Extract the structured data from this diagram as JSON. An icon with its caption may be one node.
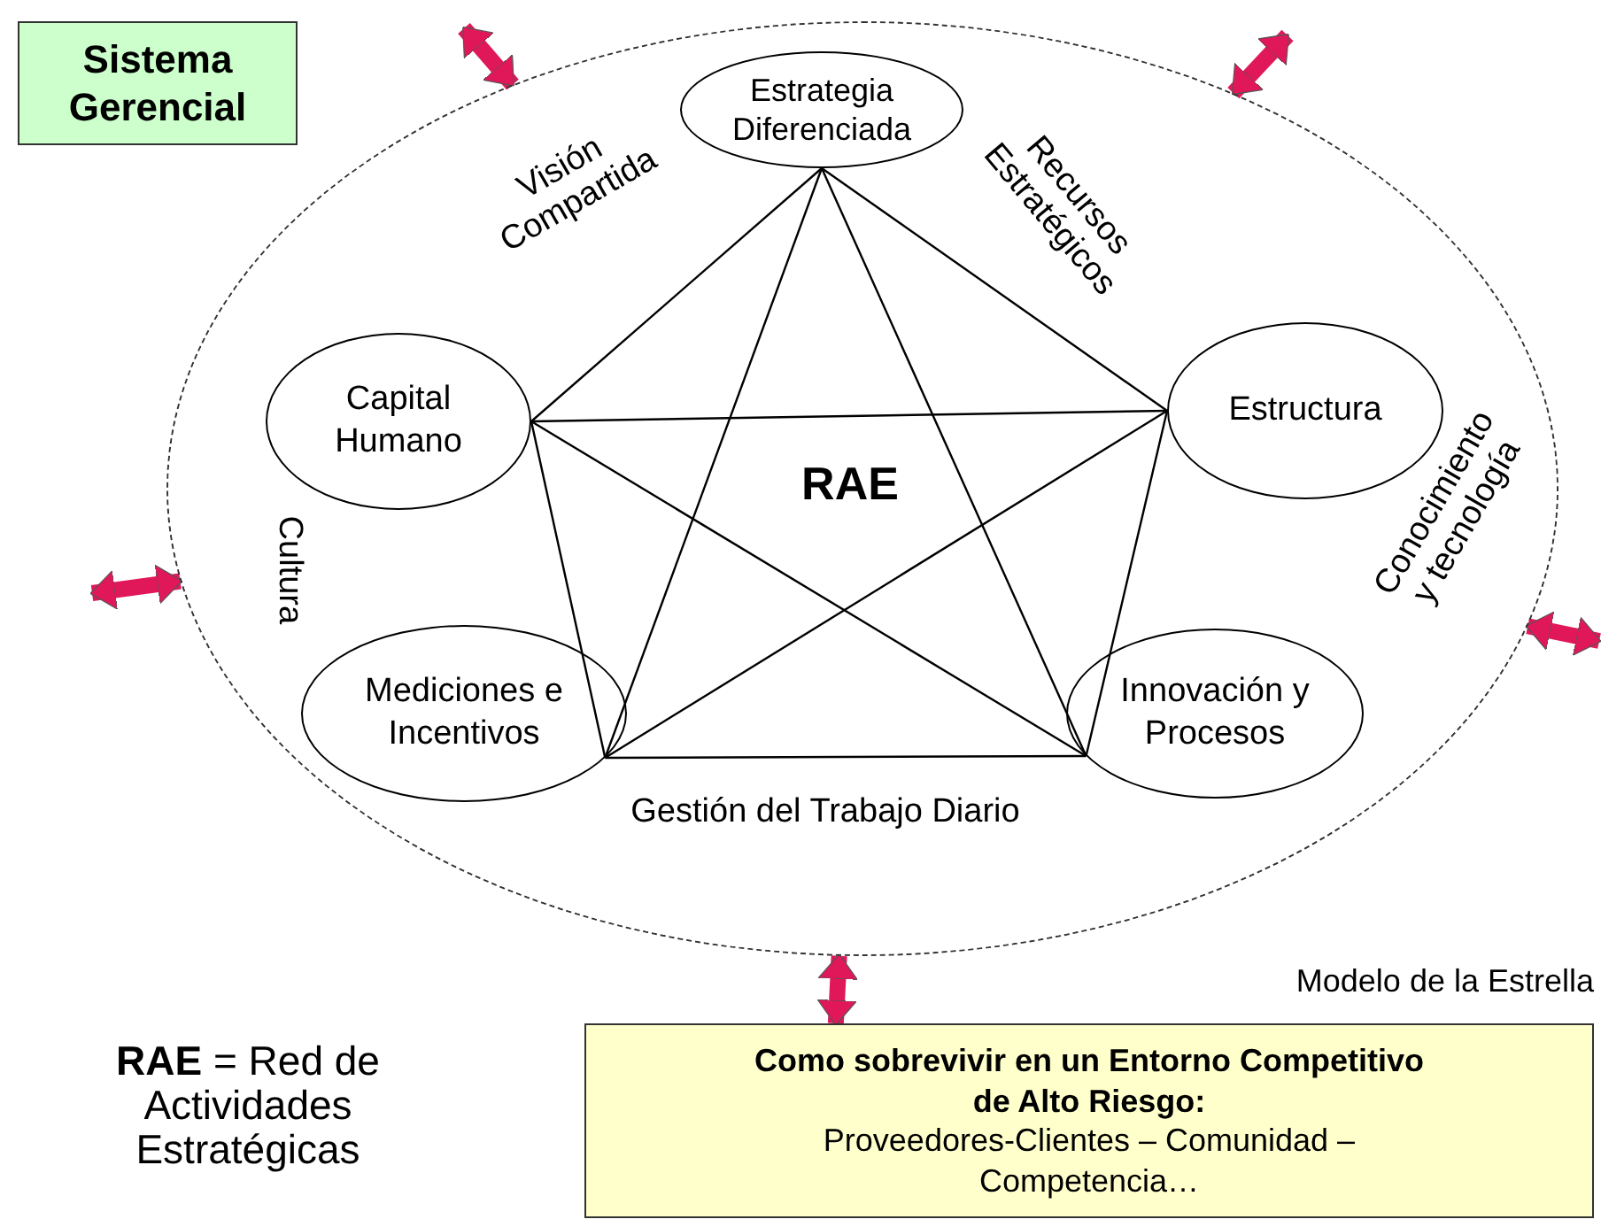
{
  "diagram": {
    "nodes": [
      {
        "text": [
          "Sistema Gerencial"
        ]
      },
      {
        "text": [],
        "shape": "circle",
        "beside": [
          "Modelo de la Estrella"
        ]
      },
      {
        "text": [
          "Estrategia Diferenciada"
        ],
        "in": 1
      },
      {
        "text": [
          "Capital Humano"
        ],
        "in": 1
      },
      {
        "text": [
          "Estructura"
        ],
        "in": 1
      },
      {
        "text": [
          "Mediciones e Incentivos"
        ],
        "in": 1
      },
      {
        "text": [
          "Innovación y Procesos"
        ],
        "in": 1
      },
      {
        "text": [
          "Como sobrevivir en un Entorno Competitivo de Alto Riesgo:",
          "Proveedores-Clientes – Comunidad – Competencia…"
        ]
      }
    ],
    "edges": [
      {
        "from": 1,
        "to": null,
        "arrow": "both",
        "style": "thick",
        "color": "#e0185a"
      },
      {
        "from": 1,
        "to": null,
        "arrow": "both",
        "style": "thick",
        "color": "#e0185a"
      },
      {
        "from": 1,
        "to": null,
        "arrow": "both",
        "style": "thick",
        "color": "#e0185a"
      },
      {
        "from": 1,
        "to": null,
        "arrow": "both",
        "style": "thick",
        "color": "#e0185a"
      },
      {
        "from": 1,
        "to": 7,
        "arrow": "both",
        "style": "thick",
        "color": "#e0185a"
      },
      {
        "from": 2,
        "to": 4,
        "arrow": "none"
      },
      {
        "from": 4,
        "to": 6,
        "arrow": "none"
      },
      {
        "from": 6,
        "to": 5,
        "arrow": "none"
      },
      {
        "from": 5,
        "to": 3,
        "arrow": "none"
      },
      {
        "from": 3,
        "to": 2,
        "arrow": "none"
      },
      {
        "from": 2,
        "to": 6,
        "arrow": "none"
      },
      {
        "from": 2,
        "to": 5,
        "arrow": "none"
      },
      {
        "from": 3,
        "to": 4,
        "arrow": "none"
      },
      {
        "from": 3,
        "to": 6,
        "arrow": "none"
      },
      {
        "from": 4,
        "to": 5,
        "arrow": "none"
      }
    ],
    "labels": [
      "Visión Compartida",
      "Recursos Estratégicos",
      "Cultura",
      "Conocimiento y tecnología",
      "RAE",
      "Gestión del Trabajo Diario",
      "**RAE** = Red de Actividades Estratégicas"
    ]
  }
}
